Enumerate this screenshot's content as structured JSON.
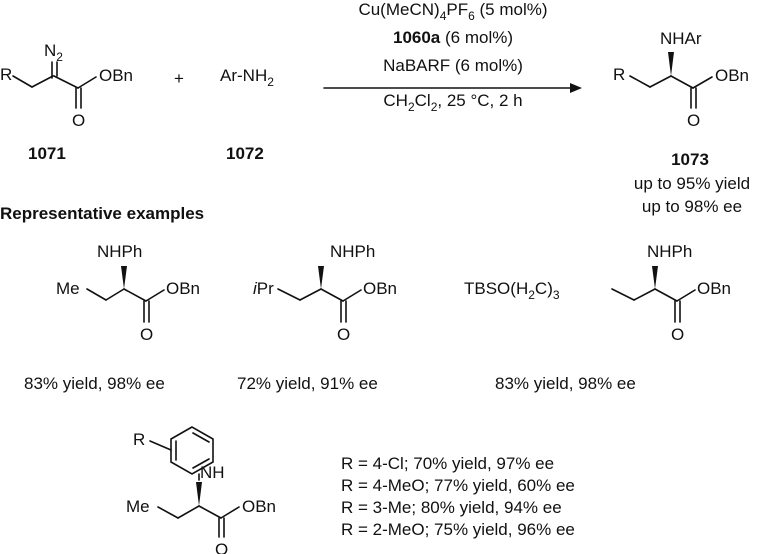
{
  "reaction": {
    "reactant1": {
      "substituent": "R",
      "diazo": "N",
      "diazo_sub": "2",
      "carbonyl_o": "O",
      "ester": "OBn",
      "label": "1071"
    },
    "plus": "+",
    "reactant2": {
      "text": "Ar-NH",
      "sub": "2",
      "label": "1072"
    },
    "conditions": {
      "line1_a": "Cu(MeCN)",
      "line1_sub1": "4",
      "line1_b": "PF",
      "line1_sub2": "6",
      "line1_c": " (5 mol%)",
      "line2_bold": "1060a",
      "line2_rest": " (6 mol%)",
      "line3": "NaBARF (6 mol%)",
      "line4_a": "CH",
      "line4_sub1": "2",
      "line4_b": "Cl",
      "line4_sub2": "2",
      "line4_c": ", 25 °C, 2 h"
    },
    "product": {
      "amine": "NHAr",
      "substituent": "R",
      "carbonyl_o": "O",
      "ester": "OBn",
      "label": "1073",
      "yield": "up to 95% yield",
      "ee": "up to 98% ee"
    }
  },
  "examples_title": "Representative examples",
  "examples": [
    {
      "amine": "NHPh",
      "substituent": "Me",
      "ester": "OBn",
      "carbonyl_o": "O",
      "result": "83% yield, 98% ee"
    },
    {
      "amine": "NHPh",
      "substituent_italic": "i",
      "substituent_rest": "Pr",
      "ester": "OBn",
      "carbonyl_o": "O",
      "result": "72% yield, 91% ee"
    },
    {
      "amine": "NHPh",
      "substituent_a": "TBSO(H",
      "sub1": "2",
      "substituent_b": "C)",
      "sub2": "3",
      "ester": "OBn",
      "carbonyl_o": "O",
      "result": "83% yield, 98% ee"
    }
  ],
  "aryl_example": {
    "r_label": "R",
    "nh": "NH",
    "substituent": "Me",
    "ester": "OBn",
    "carbonyl_o": "O",
    "results": [
      "R = 4-Cl; 70% yield, 97% ee",
      "R = 4-MeO; 77% yield, 60% ee",
      "R = 3-Me; 80% yield, 94% ee",
      "R = 2-MeO; 75% yield, 96% ee"
    ]
  }
}
